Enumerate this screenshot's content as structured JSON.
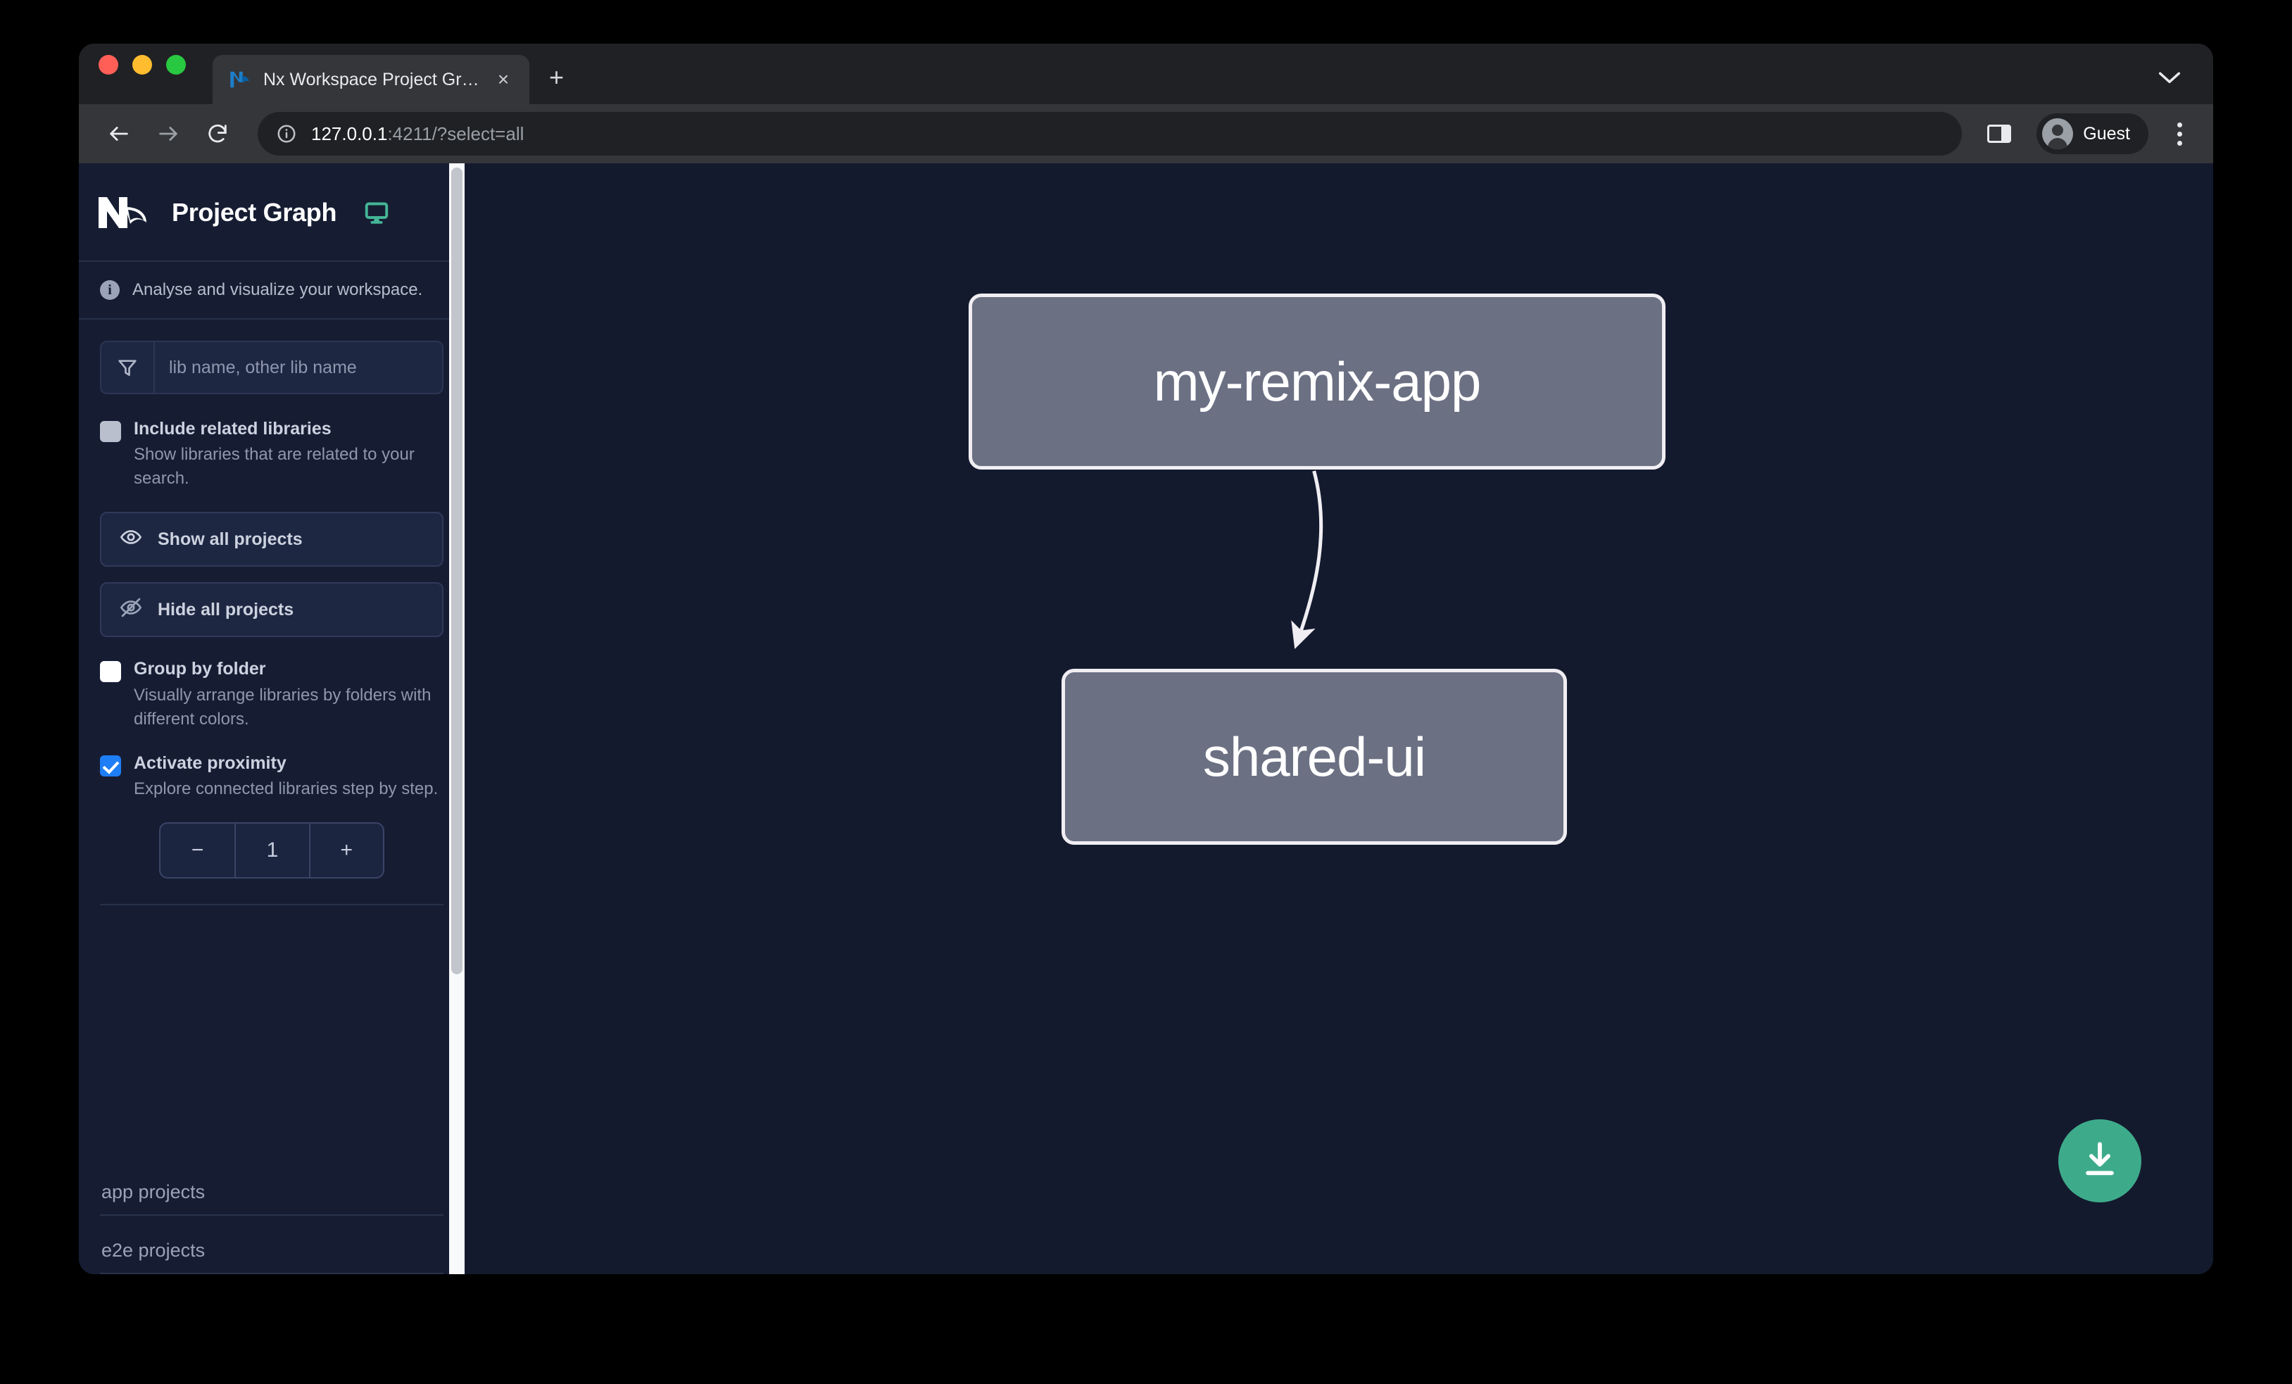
{
  "browser": {
    "tab": {
      "title": "Nx Workspace Project Graph",
      "favicon_name": "nx-favicon",
      "close_label": "×"
    },
    "new_tab_label": "+",
    "tabstrip_chevron": "⌄",
    "toolbar": {
      "back_icon": "back-arrow-icon",
      "forward_icon": "forward-arrow-icon",
      "reload_icon": "reload-icon",
      "site_info_icon": "info-circle-icon",
      "url_host": "127.0.0.1",
      "url_rest": ":4211/?select=all",
      "side_panel_icon": "side-panel-icon",
      "profile_label": "Guest",
      "menu_icon": "kebab-menu-icon"
    }
  },
  "sidebar": {
    "logo_name": "nx-logo",
    "title": "Project Graph",
    "monitor_icon": "monitor-icon",
    "subtitle": "Analyse and visualize your workspace.",
    "filter": {
      "icon": "funnel-filter-icon",
      "placeholder": "lib name, other lib name",
      "value": ""
    },
    "options": [
      {
        "id": "include-related-libraries",
        "label": "Include related libraries",
        "description": "Show libraries that are related to your search.",
        "checked": false,
        "style": "grey"
      },
      {
        "id": "group-by-folder",
        "label": "Group by folder",
        "description": "Visually arrange libraries by folders with different colors.",
        "checked": false,
        "style": "white"
      },
      {
        "id": "activate-proximity",
        "label": "Activate proximity",
        "description": "Explore connected libraries step by step.",
        "checked": true,
        "style": "blue"
      }
    ],
    "buttons": [
      {
        "id": "show-all-projects",
        "label": "Show all projects",
        "icon": "eye-icon"
      },
      {
        "id": "hide-all-projects",
        "label": "Hide all projects",
        "icon": "eye-slash-icon"
      }
    ],
    "stepper": {
      "decrement_label": "−",
      "value": "1",
      "increment_label": "+"
    },
    "sections": [
      {
        "id": "app-projects",
        "label": "app projects"
      },
      {
        "id": "e2e-projects",
        "label": "e2e projects"
      }
    ]
  },
  "graph": {
    "nodes": [
      {
        "id": "my-remix-app",
        "label": "my-remix-app"
      },
      {
        "id": "shared-ui",
        "label": "shared-ui"
      }
    ],
    "edges": [
      {
        "from": "my-remix-app",
        "to": "shared-ui"
      }
    ],
    "download_button": {
      "icon": "download-icon",
      "color": "#3dab8a"
    }
  },
  "colors": {
    "page_bg": "#141a2e",
    "sidebar_bg": "#161d33",
    "node_fill": "#6b7083",
    "node_border": "#f0eef2",
    "accent_green": "#3dab8a",
    "checkbox_blue": "#1e7ef5"
  }
}
